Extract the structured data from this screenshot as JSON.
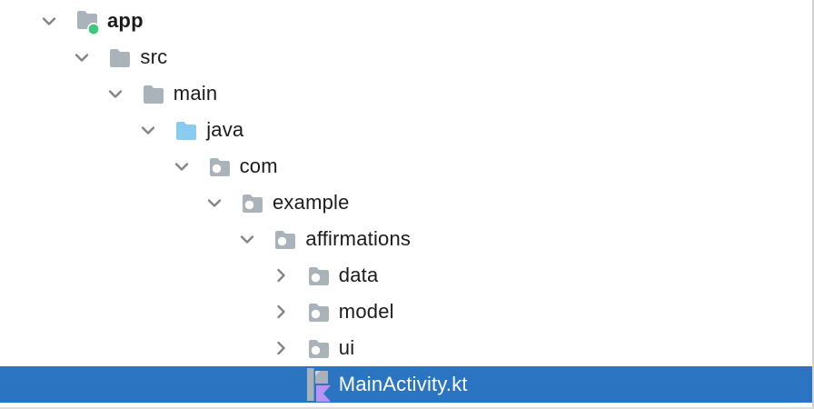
{
  "panel": {
    "name": "project-tree"
  },
  "colors": {
    "selection_bg": "#2b74c2",
    "selected_text": "#ffffff",
    "text": "#1b1b1b",
    "folder_gray": "#aab2ba",
    "folder_source_blue": "#89ccf0",
    "module_dot_green": "#3fc97e",
    "package_dot_white": "#ffffff",
    "kotlin_purple": "#b993f4",
    "kotlin_gray": "#a9b2ba",
    "kotlin_fold_light": "#ced4da",
    "chevron_gray": "#7f8388"
  },
  "tree": {
    "rows": [
      {
        "label": "app",
        "depth": 0,
        "icon": "module-folder-icon",
        "chevron": "down",
        "bold": true,
        "selected": false
      },
      {
        "label": "src",
        "depth": 1,
        "icon": "folder-icon",
        "chevron": "down",
        "bold": false,
        "selected": false
      },
      {
        "label": "main",
        "depth": 2,
        "icon": "folder-icon",
        "chevron": "down",
        "bold": false,
        "selected": false
      },
      {
        "label": "java",
        "depth": 3,
        "icon": "source-folder-icon",
        "chevron": "down",
        "bold": false,
        "selected": false
      },
      {
        "label": "com",
        "depth": 4,
        "icon": "package-folder-icon",
        "chevron": "down",
        "bold": false,
        "selected": false
      },
      {
        "label": "example",
        "depth": 5,
        "icon": "package-folder-icon",
        "chevron": "down",
        "bold": false,
        "selected": false
      },
      {
        "label": "affirmations",
        "depth": 6,
        "icon": "package-folder-icon",
        "chevron": "down",
        "bold": false,
        "selected": false
      },
      {
        "label": "data",
        "depth": 7,
        "icon": "package-folder-icon",
        "chevron": "right",
        "bold": false,
        "selected": false
      },
      {
        "label": "model",
        "depth": 7,
        "icon": "package-folder-icon",
        "chevron": "right",
        "bold": false,
        "selected": false
      },
      {
        "label": "ui",
        "depth": 7,
        "icon": "package-folder-icon",
        "chevron": "right",
        "bold": false,
        "selected": false
      },
      {
        "label": "MainActivity.kt",
        "depth": 7,
        "icon": "kotlin-file-icon",
        "chevron": "none",
        "bold": false,
        "selected": true
      }
    ]
  }
}
